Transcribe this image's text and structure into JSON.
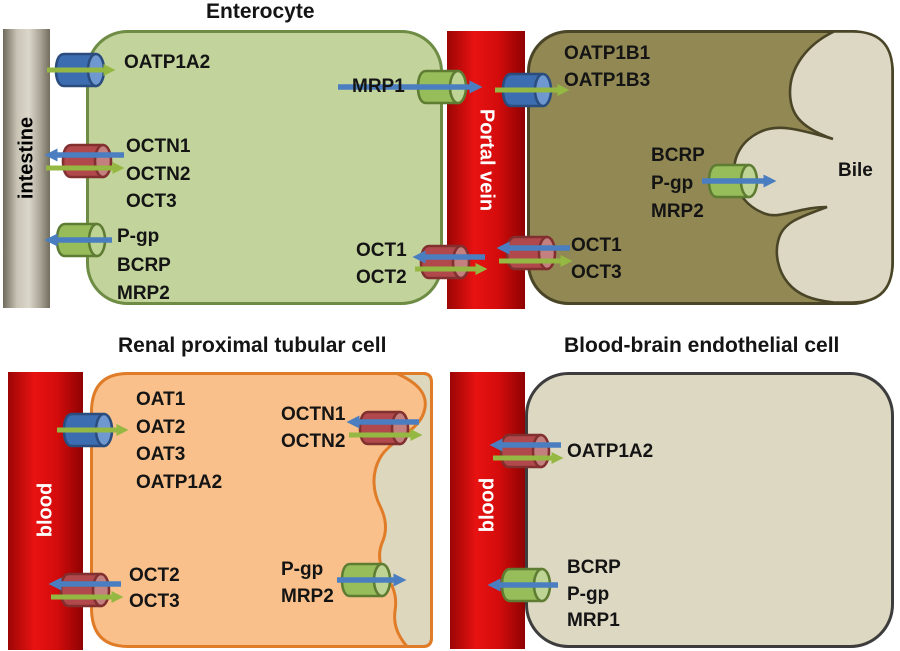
{
  "titles": {
    "enterocyte": "Enterocyte",
    "renal": "Renal proximal tubular cell",
    "bbb": "Blood-brain endothelial cell"
  },
  "compartments": {
    "intestine": "intestine",
    "portal_vein": "Portal vein",
    "blood_left": "blood",
    "blood_right": "blood",
    "bile": "Bile"
  },
  "transporters": {
    "ent_oatp": [
      "OATP1A2"
    ],
    "ent_octn": [
      "OCTN1",
      "OCTN2",
      "OCT3"
    ],
    "ent_efflux": [
      "P-gp",
      "BCRP",
      "MRP2"
    ],
    "ent_mrp1": [
      "MRP1"
    ],
    "ent_oct": [
      "OCT1",
      "OCT2"
    ],
    "hep_oatp": [
      "OATP1B1",
      "OATP1B3"
    ],
    "hep_oct": [
      "OCT1",
      "OCT3"
    ],
    "hep_efflux": [
      "BCRP",
      "P-gp",
      "MRP2"
    ],
    "ren_oat": [
      "OAT1",
      "OAT2",
      "OAT3",
      "OATP1A2"
    ],
    "ren_oct": [
      "OCT2",
      "OCT3"
    ],
    "ren_octn": [
      "OCTN1",
      "OCTN2"
    ],
    "ren_efflux": [
      "P-gp",
      "MRP2"
    ],
    "bbb_oatp": [
      "OATP1A2"
    ],
    "bbb_efflux": [
      "BCRP",
      "P-gp",
      "MRP1"
    ]
  },
  "colors": {
    "arrow_blue": "#4a7ec0",
    "arrow_green": "#95b842",
    "cylinder_blue": "#3d6db1",
    "cylinder_red": "#b1484b",
    "cylinder_green": "#97bd5b",
    "enterocyte_fill": "#c2d39b",
    "hepatocyte_fill": "#918853",
    "renal_fill": "#f9c08b",
    "bbb_fill": "#ddd8c2",
    "vessel_red": "#d40c0c",
    "intestine_gray": "#b5b0a2",
    "bile_fill": "#ddd8c4"
  }
}
